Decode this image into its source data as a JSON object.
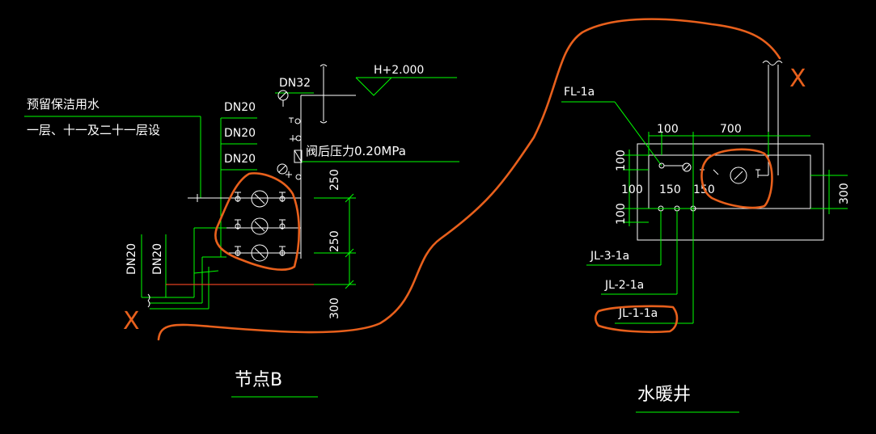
{
  "node_b": {
    "title": "节点B",
    "note_line1": "预留保洁用水",
    "note_line2": "一层、十一及二十一层设",
    "pipe_size_1": "DN20",
    "pipe_size_2": "DN20",
    "pipe_size_3": "DN20",
    "main_size": "DN32",
    "elevation": "H+2.000",
    "pressure_note": "阀后压力0.20MPa",
    "vertical_size_1": "DN20",
    "vertical_size_2": "DN20",
    "dim_top": "250",
    "dim_mid": "250",
    "dim_bottom": "300"
  },
  "shaft": {
    "title": "水暖井",
    "fl_label": "FL-1a",
    "dim_100_top": "100",
    "dim_700": "700",
    "dim_100_left_top": "100",
    "dim_100_left": "100",
    "dim_150_a": "150",
    "dim_150_b": "150",
    "dim_100_left_bottom": "100",
    "dim_300": "300",
    "jl3": "JL-3-1a",
    "jl2": "JL-2-1a",
    "jl1": "JL-1-1a"
  },
  "markup": {
    "mark_left": "X",
    "mark_right": "X",
    "color": "#e8601c"
  },
  "colors": {
    "background": "#000000",
    "line_green": "#00ff00",
    "line_white": "#ffffff",
    "line_red": "#e04020"
  }
}
